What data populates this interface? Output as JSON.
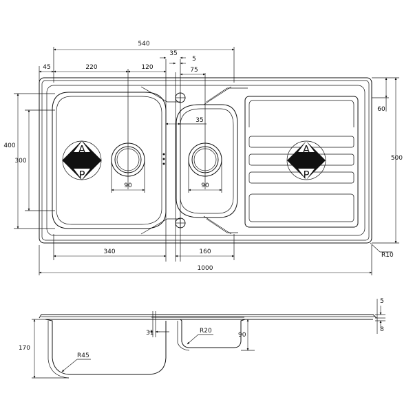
{
  "plan_dimensions": {
    "overall_width": "1000",
    "bowl_and_half_width": "540",
    "left_margin": "45",
    "bowl_left_to_drain": "220",
    "bowl_drain_to_edge": "120",
    "tap_hole_width": "35",
    "tap_hole_offset": "5",
    "small_bowl_drain_offset": "75",
    "bowl_gap": "35",
    "drain_diameter_main": "90",
    "drain_diameter_small": "90",
    "main_bowl_width": "340",
    "small_bowl_width": "160",
    "outer_height": "400",
    "bowl_height": "300",
    "overall_depth": "500",
    "drainer_offset": "60",
    "corner_radius": "R10"
  },
  "section_dimensions": {
    "main_bowl_depth": "170",
    "main_bowl_radius": "R45",
    "small_bowl_radius": "R20",
    "small_bowl_depth": "90",
    "rim_step": "31",
    "rim_thickness_top": "5",
    "rim_thickness_bottom": "8"
  },
  "logo": {
    "letter_top": "A",
    "letter_bottom": "P"
  }
}
